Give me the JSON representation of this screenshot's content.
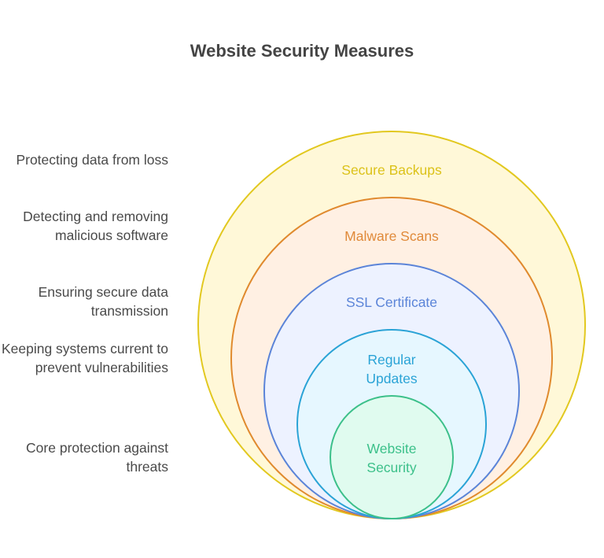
{
  "title": "Website Security Measures",
  "layers": [
    {
      "label": [
        "Secure Backups"
      ],
      "description": "Protecting data from loss",
      "stroke": "#e2c81f",
      "fill": "#fff8d8",
      "text_color": "#dcc21a"
    },
    {
      "label": [
        "Malware Scans"
      ],
      "description": "Detecting and removing malicious software",
      "stroke": "#e08a2e",
      "fill": "#fff0e3",
      "text_color": "#e08a3a"
    },
    {
      "label": [
        "SSL Certificate"
      ],
      "description": "Ensuring secure data transmission",
      "stroke": "#5b84d8",
      "fill": "#edf2ff",
      "text_color": "#5b84d8"
    },
    {
      "label": [
        "Regular",
        "Updates"
      ],
      "description": "Keeping systems current to prevent vulnerabilities",
      "stroke": "#2aa3d6",
      "fill": "#e6f7ff",
      "text_color": "#2aa3d6"
    },
    {
      "label": [
        "Website",
        "Security"
      ],
      "description": "Core protection against threats",
      "stroke": "#3cc08a",
      "fill": "#e0fbef",
      "text_color": "#3cc08a"
    }
  ]
}
